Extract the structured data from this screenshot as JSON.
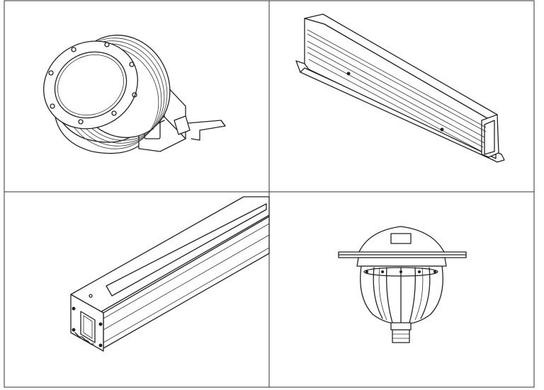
{
  "sheet": {
    "panels": [
      {
        "id": "round-wall-luminaire",
        "icon": "round-luminaire-drawing-icon"
      },
      {
        "id": "linear-rail-profile",
        "icon": "linear-profile-drawing-icon"
      },
      {
        "id": "inground-linear-profile",
        "icon": "inground-linear-drawing-icon"
      },
      {
        "id": "pendant-dome-luminaire",
        "icon": "pendant-dome-drawing-icon"
      }
    ],
    "colors": {
      "line": "#222222",
      "background": "#ffffff",
      "grid": "#333333"
    }
  }
}
